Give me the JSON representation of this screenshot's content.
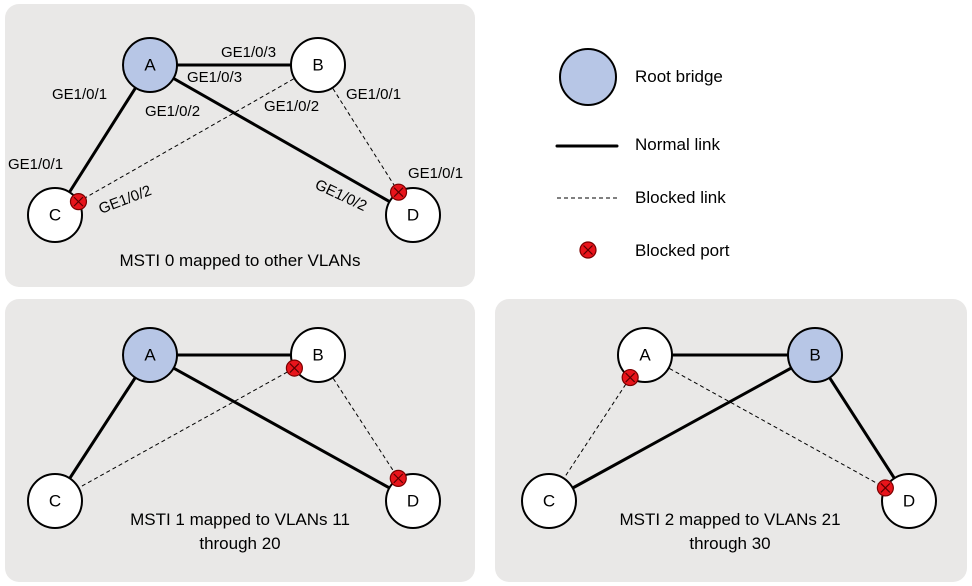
{
  "panels": [
    {
      "id": "msti0",
      "caption_lines": [
        "MSTI 0 mapped to other VLANs"
      ],
      "root": "A",
      "nodes": [
        "A",
        "B",
        "C",
        "D"
      ],
      "links": [
        {
          "from": "A",
          "to": "B",
          "state": "normal"
        },
        {
          "from": "A",
          "to": "C",
          "state": "normal"
        },
        {
          "from": "A",
          "to": "D",
          "state": "normal"
        },
        {
          "from": "B",
          "to": "C",
          "state": "blocked"
        },
        {
          "from": "B",
          "to": "D",
          "state": "blocked"
        }
      ],
      "blocked_ports": [
        {
          "node": "C",
          "toward": "B"
        },
        {
          "node": "D",
          "toward": "B"
        }
      ],
      "port_labels": [
        "GE1/0/3",
        "GE1/0/3",
        "GE1/0/1",
        "GE1/0/2",
        "GE1/0/2",
        "GE1/0/1",
        "GE1/0/1",
        "GE1/0/2",
        "GE1/0/1",
        "GE1/0/2"
      ]
    },
    {
      "id": "msti1",
      "caption_lines": [
        "MSTI 1 mapped to VLANs 11",
        "through 20"
      ],
      "root": "A",
      "nodes": [
        "A",
        "B",
        "C",
        "D"
      ],
      "links": [
        {
          "from": "A",
          "to": "B",
          "state": "normal"
        },
        {
          "from": "A",
          "to": "C",
          "state": "normal"
        },
        {
          "from": "A",
          "to": "D",
          "state": "normal"
        },
        {
          "from": "B",
          "to": "C",
          "state": "blocked"
        },
        {
          "from": "B",
          "to": "D",
          "state": "blocked"
        }
      ],
      "blocked_ports": [
        {
          "node": "B",
          "toward": "C"
        },
        {
          "node": "D",
          "toward": "B"
        }
      ],
      "port_labels": []
    },
    {
      "id": "msti2",
      "caption_lines": [
        "MSTI 2 mapped to VLANs 21",
        "through 30"
      ],
      "root": "B",
      "nodes": [
        "A",
        "B",
        "C",
        "D"
      ],
      "links": [
        {
          "from": "A",
          "to": "B",
          "state": "normal"
        },
        {
          "from": "B",
          "to": "C",
          "state": "normal"
        },
        {
          "from": "B",
          "to": "D",
          "state": "normal"
        },
        {
          "from": "A",
          "to": "C",
          "state": "blocked"
        },
        {
          "from": "A",
          "to": "D",
          "state": "blocked"
        }
      ],
      "blocked_ports": [
        {
          "node": "A",
          "toward": "C"
        },
        {
          "node": "D",
          "toward": "A"
        }
      ],
      "port_labels": []
    }
  ],
  "legend": {
    "root_bridge": "Root bridge",
    "normal_link": "Normal link",
    "blocked_link": "Blocked link",
    "blocked_port": "Blocked port"
  },
  "colors": {
    "panel_background": "#e9e8e7",
    "root_bridge_fill": "#b7c6e6",
    "blocked_port_fill": "#e8141b"
  }
}
